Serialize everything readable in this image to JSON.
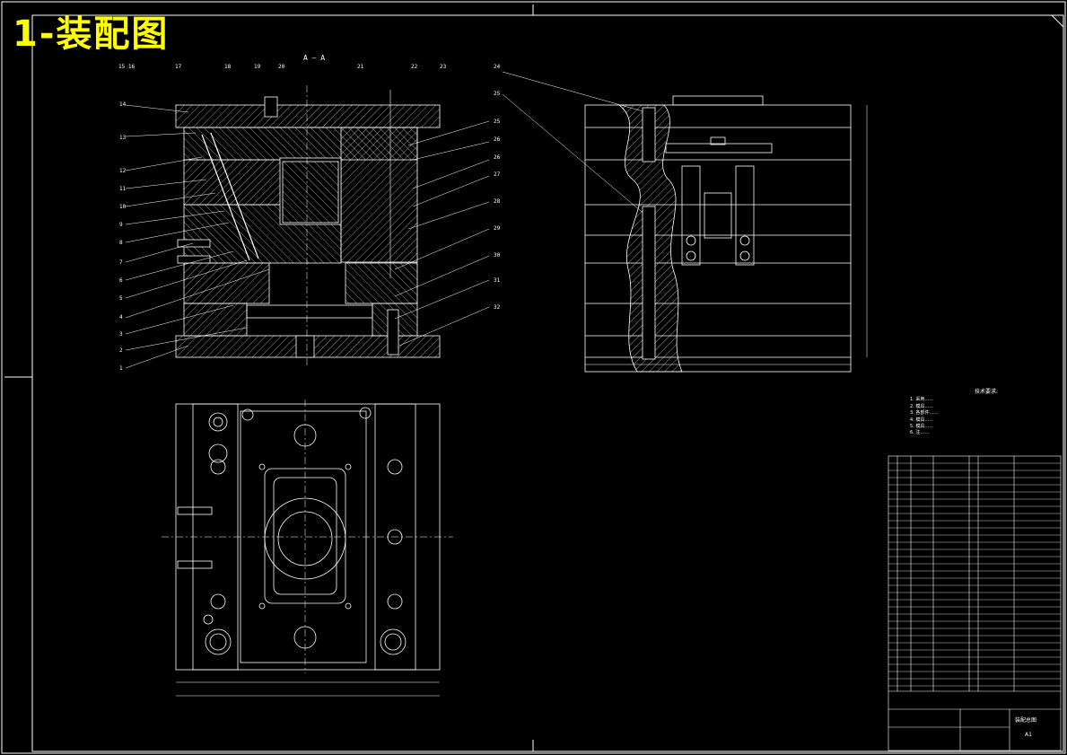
{
  "drawing": {
    "title": "1-装配图",
    "section_label": "A — A",
    "sheet_name": "装配总图",
    "sheet_size": "A1"
  },
  "callouts_left": [
    "15 16",
    "17",
    "18",
    "19",
    "20",
    "21",
    "22",
    "23",
    "24"
  ],
  "callouts_left_side": [
    "14",
    "13",
    "12",
    "11",
    "10",
    "9",
    "8",
    "7",
    "6",
    "5",
    "4",
    "3",
    "2",
    "1"
  ],
  "callouts_right": [
    "24",
    "25",
    "26",
    "27",
    "28",
    "29",
    "30",
    "31",
    "32"
  ],
  "tech_notes": {
    "title": "技术要求:",
    "lines": [
      "1. 采用……",
      "2. 模具……",
      "3. 各部件……",
      "4. 模具……",
      "5. 模具……",
      "6. 注……"
    ]
  },
  "colors": {
    "background": "#000000",
    "lines": "#ffffff",
    "title": "#ffff00"
  }
}
